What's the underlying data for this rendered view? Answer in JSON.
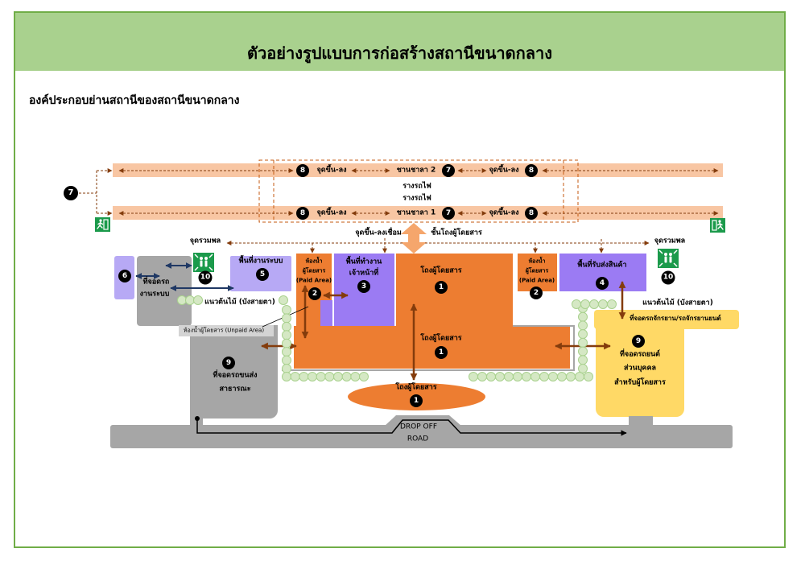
{
  "header": {
    "title": "ตัวอย่างรูปแบบการก่อสร้างสถานีขนาดกลาง"
  },
  "section_title": "องค์ประกอบย่านสถานีของสถานีขนาดกลาง",
  "colors": {
    "frame": "#70ad47",
    "header_band": "#a9d18e",
    "platform": "#f8c6a3",
    "passenger_hall": "#ed7d31",
    "staff_purple": "#9b7bf3",
    "system_lavender": "#b7a9f5",
    "parking_gray": "#a6a6a6",
    "parking_yellow": "#ffd966",
    "tree_line": "#d5e8c4",
    "flow_brown": "#843c0c",
    "flow_navy": "#1f3864",
    "badge": "#000000",
    "exit_green": "#1b9a4b"
  },
  "platforms": {
    "upper": {
      "name": "ชานชาลา 2",
      "stop_left": "จุดขึ้น-ลง",
      "stop_right": "จุดขึ้น-ลง",
      "badge_left": "8",
      "badge_center": "7",
      "badge_right": "8"
    },
    "lower": {
      "name": "ชานชาลา 1",
      "stop_left": "จุดขึ้น-ลง",
      "stop_right": "จุดขึ้น-ลง",
      "badge_left": "8",
      "badge_center": "7",
      "badge_right": "8"
    }
  },
  "tracks": [
    "รางรถไฟ",
    "รางรถไฟ"
  ],
  "emergency_exit": {
    "badge": "7",
    "icon": "emergency-exit-icon"
  },
  "vertical_link": {
    "left": "จุดขึ้น-ลงเชื่อม",
    "right": "ชั้นโถงผู้โดยสาร"
  },
  "assembly_points": {
    "label_left": "จุดรวมพล",
    "label_right": "จุดรวมพล",
    "badge_left": "10",
    "badge_right": "10",
    "icon": "assembly-point-icon"
  },
  "areas": {
    "utility_zone": {
      "badge": "6"
    },
    "system_parking": {
      "line1": "ที่จอดรถ",
      "line2": "งานระบบ"
    },
    "system_area": {
      "label": "พื้นที่งานระบบ",
      "badge": "5"
    },
    "toilet_paid_left": {
      "line1": "ห้องน้ำ",
      "line2": "ผู้โดยสาร",
      "line3": "(Paid Area)",
      "badge": "2"
    },
    "staff_area": {
      "line1": "พื้นที่ทำงาน",
      "line2": "เจ้าหน้าที่",
      "badge": "3"
    },
    "concourse_upper": {
      "label": "โถงผู้โดยสาร",
      "badge": "1"
    },
    "toilet_paid_right": {
      "line1": "ห้องน้ำ",
      "line2": "ผู้โดยสาร",
      "line3": "(Paid Area)",
      "badge": "2"
    },
    "goods_area": {
      "label": "พื้นที่รับส่งสินค้า",
      "badge": "4"
    },
    "concourse_main": {
      "label": "โถงผู้โดยสาร",
      "badge": "1"
    },
    "concourse_front": {
      "label": "โถงผู้โดยสาร",
      "badge": "1"
    },
    "toilet_unpaid": {
      "label": "ห้องน้ำผู้โดยสาร (Unpaid Area)"
    },
    "public_transport_parking": {
      "badge": "9",
      "line1": "ที่จอดรถขนส่ง",
      "line2": "สาธารณะ"
    },
    "bike_parking": {
      "label": "ที่จอดรถจักรยาน/รถจักรยานยนต์"
    },
    "car_parking": {
      "badge": "9",
      "line1": "ที่จอดรถยนต์",
      "line2": "ส่วนบุคคล",
      "line3": "สำหรับผู้โดยสาร"
    }
  },
  "tree_lines": {
    "left": "แนวต้นไม้ (บังสายตา)",
    "right": "แนวต้นไม้ (บังสายตา)"
  },
  "road": {
    "drop_off": "DROP OFF",
    "name": "ROAD"
  }
}
